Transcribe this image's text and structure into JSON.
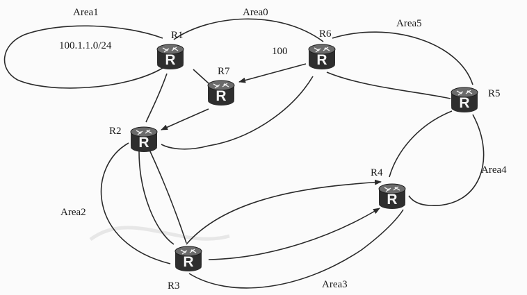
{
  "diagram": {
    "areas": {
      "area0": "Area0",
      "area1": "Area1",
      "area2": "Area2",
      "area3": "Area3",
      "area4": "Area4",
      "area5": "Area5"
    },
    "routers": {
      "r1": "R1",
      "r2": "R2",
      "r3": "R3",
      "r4": "R4",
      "r5": "R5",
      "r6": "R6",
      "r7": "R7"
    },
    "router_glyph": "R",
    "annotations": {
      "prefix": "100.1.1.0/24",
      "cost": "100"
    }
  },
  "colors": {
    "line": "#2a2a2a",
    "router_body": "#2e2e2e",
    "router_top": "#6b6b6b",
    "background": "#fbfbfb"
  }
}
